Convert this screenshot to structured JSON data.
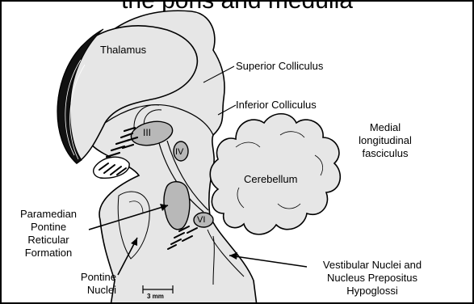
{
  "title": "the pons and medulla",
  "labels": {
    "thalamus": "Thalamus",
    "superior_colliculus": "Superior Colliculus",
    "inferior_colliculus": "Inferior Colliculus",
    "mlf": [
      "Medial",
      "longitudinal",
      "fasciculus"
    ],
    "cerebellum": "Cerebellum",
    "pprf": [
      "Paramedian",
      "Pontine",
      "Reticular",
      "Formation"
    ],
    "pontine_nuclei": [
      "Pontine",
      "Nuclei"
    ],
    "vestibular": [
      "Vestibular Nuclei and",
      "Nucleus Prepositus",
      "Hypoglossi"
    ],
    "nucleus_iii": "III",
    "nucleus_iv": "IV",
    "nucleus_vi": "VI",
    "scale": "3 mm"
  },
  "colors": {
    "tissue": "#e6e6e6",
    "nucleus": "#b8b8b8",
    "outline": "#000000"
  }
}
